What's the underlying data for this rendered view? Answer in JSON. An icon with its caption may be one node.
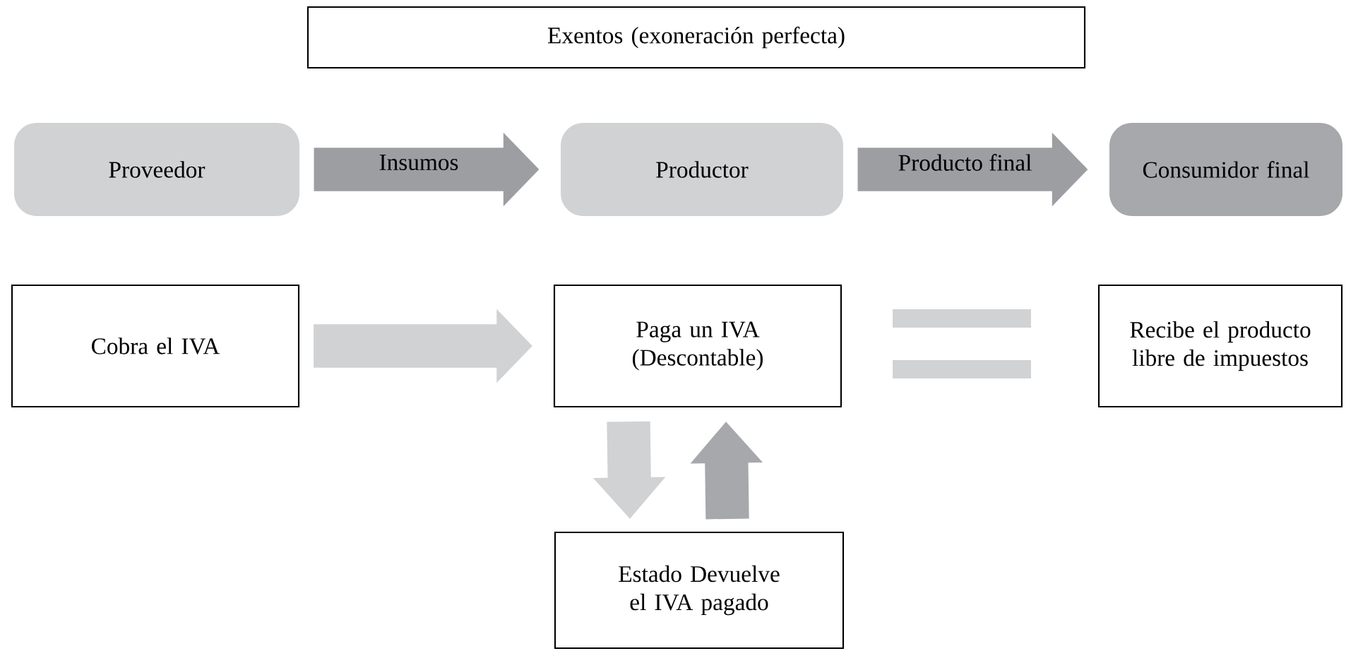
{
  "diagram": {
    "nodes": [
      {
        "text": [
          "Exentos (exoneración perfecta)"
        ]
      },
      {
        "text": [
          "Proveedor"
        ]
      },
      {
        "text": [
          "Productor"
        ]
      },
      {
        "text": [
          "Consumidor final"
        ]
      },
      {
        "text": [
          "Cobra el IVA"
        ]
      },
      {
        "text": [
          "Paga un IVA (Descontable)"
        ]
      },
      {
        "text": [
          "Recibe el producto libre de impuestos"
        ]
      },
      {
        "text": [
          "Estado Devuelve el IVA pagado"
        ]
      }
    ],
    "edges": [
      {
        "from": 1,
        "to": 2,
        "arrow": "to",
        "label": "Insumos",
        "color": "#9d9ea1"
      },
      {
        "from": 2,
        "to": 3,
        "arrow": "to",
        "label": "Producto final",
        "color": "#9d9ea1"
      },
      {
        "from": 4,
        "to": 5,
        "arrow": "to",
        "color": "#d1d2d4"
      },
      {
        "from": 5,
        "to": 7,
        "arrow": "to",
        "color": "#d1d2d4"
      },
      {
        "from": 7,
        "to": 5,
        "arrow": "to",
        "color": "#a7a8ab"
      }
    ]
  }
}
